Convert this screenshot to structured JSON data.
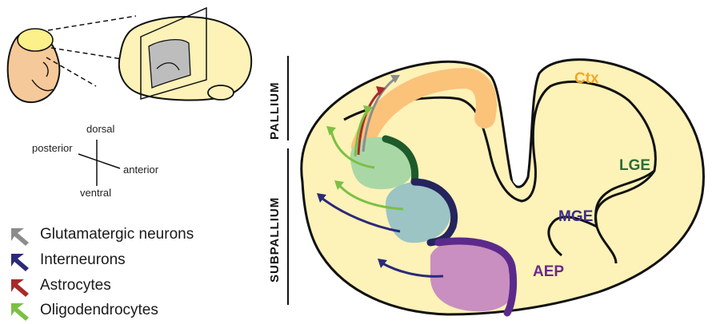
{
  "orientation": {
    "dorsal": "dorsal",
    "ventral": "ventral",
    "posterior": "posterior",
    "anterior": "anterior"
  },
  "legend": [
    {
      "label": "Glutamatergic neurons",
      "color": "#8c8c8c"
    },
    {
      "label": "Interneurons",
      "color": "#2b2a7a"
    },
    {
      "label": "Astrocytes",
      "color": "#a82a2a"
    },
    {
      "label": "Oligodendrocytes",
      "color": "#7bc043"
    }
  ],
  "zones": {
    "pallium": "PALLIUM",
    "subpallium": "SUBPALLIUM"
  },
  "regions": {
    "ctx": {
      "label": "Ctx",
      "color": "#f5a623"
    },
    "lge": {
      "label": "LGE",
      "color": "#2e6b3a"
    },
    "mge": {
      "label": "MGE",
      "color": "#3b2f8a"
    },
    "aep": {
      "label": "AEP",
      "color": "#6a2a8a"
    }
  },
  "colors": {
    "brain_fill": "#fdf2b8",
    "outline": "#111111"
  }
}
